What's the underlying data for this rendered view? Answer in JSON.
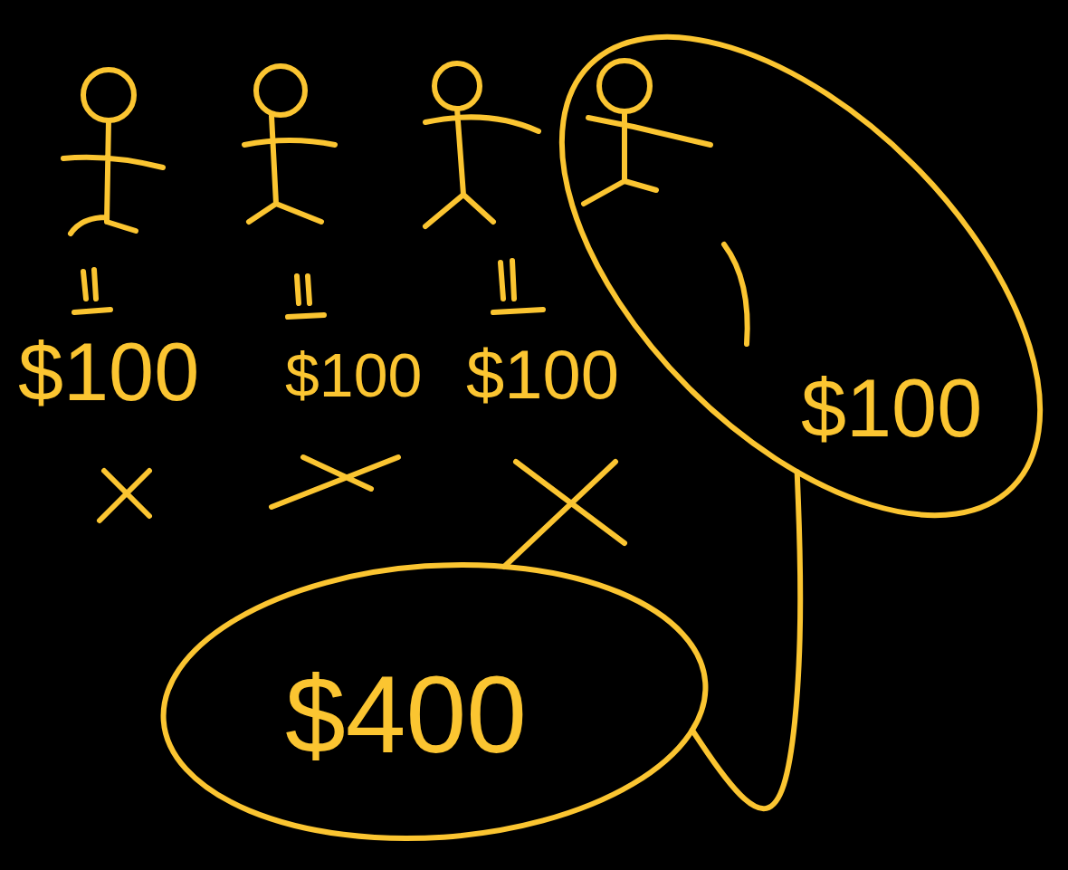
{
  "diagram": {
    "nodes": [
      {
        "text": [
          "$100"
        ]
      },
      {
        "text": [
          "$400"
        ]
      }
    ],
    "edges": [
      {
        "from": 0,
        "to": 1,
        "arrow": "none"
      }
    ],
    "labels": [
      "$100",
      "$100",
      "$100"
    ]
  }
}
